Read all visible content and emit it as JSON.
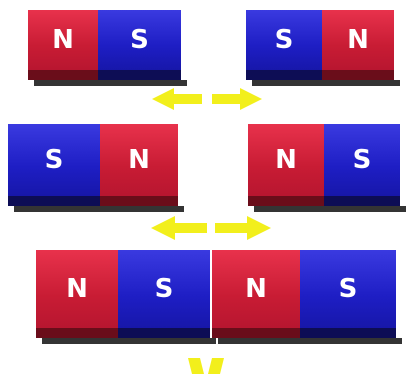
{
  "rows": [
    {
      "left": [
        "N",
        "S"
      ],
      "right": [
        "S",
        "N"
      ],
      "interaction": "repel"
    },
    {
      "left": [
        "S",
        "N"
      ],
      "right": [
        "N",
        "S"
      ],
      "interaction": "repel"
    },
    {
      "magnets": [
        [
          "N",
          "S"
        ],
        [
          "N",
          "S"
        ]
      ],
      "interaction": "attract"
    }
  ],
  "colors": {
    "north": "#d42038",
    "south": "#2222cc",
    "arrow": "#f2ef1c"
  }
}
